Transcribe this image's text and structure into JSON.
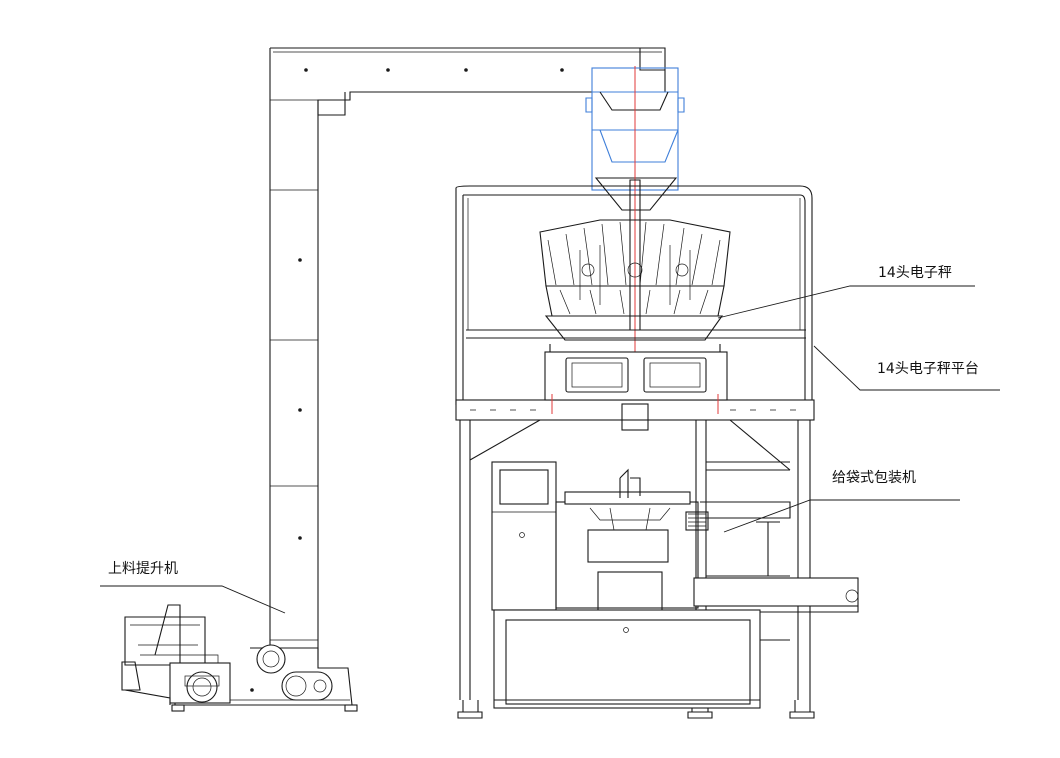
{
  "labels": {
    "weigher": "14头电子秤",
    "platform": "14头电子秤平台",
    "packer": "给袋式包装机",
    "elevator": "上料提升机"
  },
  "colors": {
    "line": "#1a1a1a",
    "hopper": "#3f7fd9",
    "centerline": "#e23a3a"
  },
  "icons": {
    "leader": "leader-line",
    "machine": "line-drawing"
  }
}
